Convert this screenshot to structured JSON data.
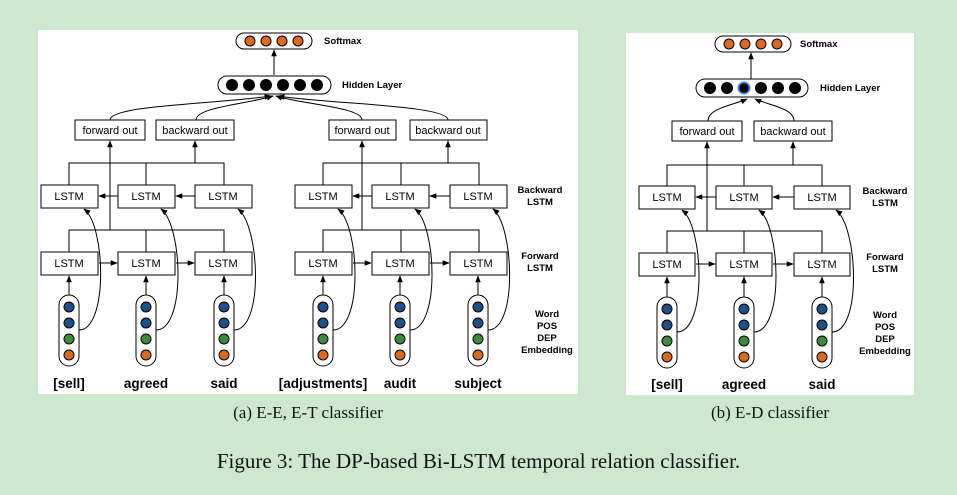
{
  "colors": {
    "background": "#cce8cf",
    "panel": "#ffffff",
    "blue_dot": "#1f4e8c",
    "green_dot": "#3e8a3e",
    "orange_dot": "#d96a1e",
    "black_dot": "#000000",
    "highlight_ring": "#3a7fd1"
  },
  "labels": {
    "softmax": "Softmax",
    "hidden_layer": "Hidden Layer",
    "forward_out": "forward out",
    "backward_out": "backward out",
    "lstm": "LSTM",
    "backward_lstm_1": "Backward",
    "backward_lstm_2": "LSTM",
    "forward_lstm_1": "Forward",
    "forward_lstm_2": "LSTM",
    "embedding_1": "Word",
    "embedding_2": "POS",
    "embedding_3": "DEP",
    "embedding_4": "Embedding"
  },
  "embedding_dot_colors": [
    "blue",
    "blue",
    "green",
    "orange"
  ],
  "panel_a": {
    "words": [
      "[sell]",
      "agreed",
      "said",
      "[adjustments]",
      "audit",
      "subject"
    ],
    "caption": "(a) E-E, E-T classifier"
  },
  "panel_b": {
    "words": [
      "[sell]",
      "agreed",
      "said"
    ],
    "caption": "(b) E-D classifier"
  },
  "figure_caption": "Figure 3: The DP-based Bi-LSTM temporal relation classifier."
}
